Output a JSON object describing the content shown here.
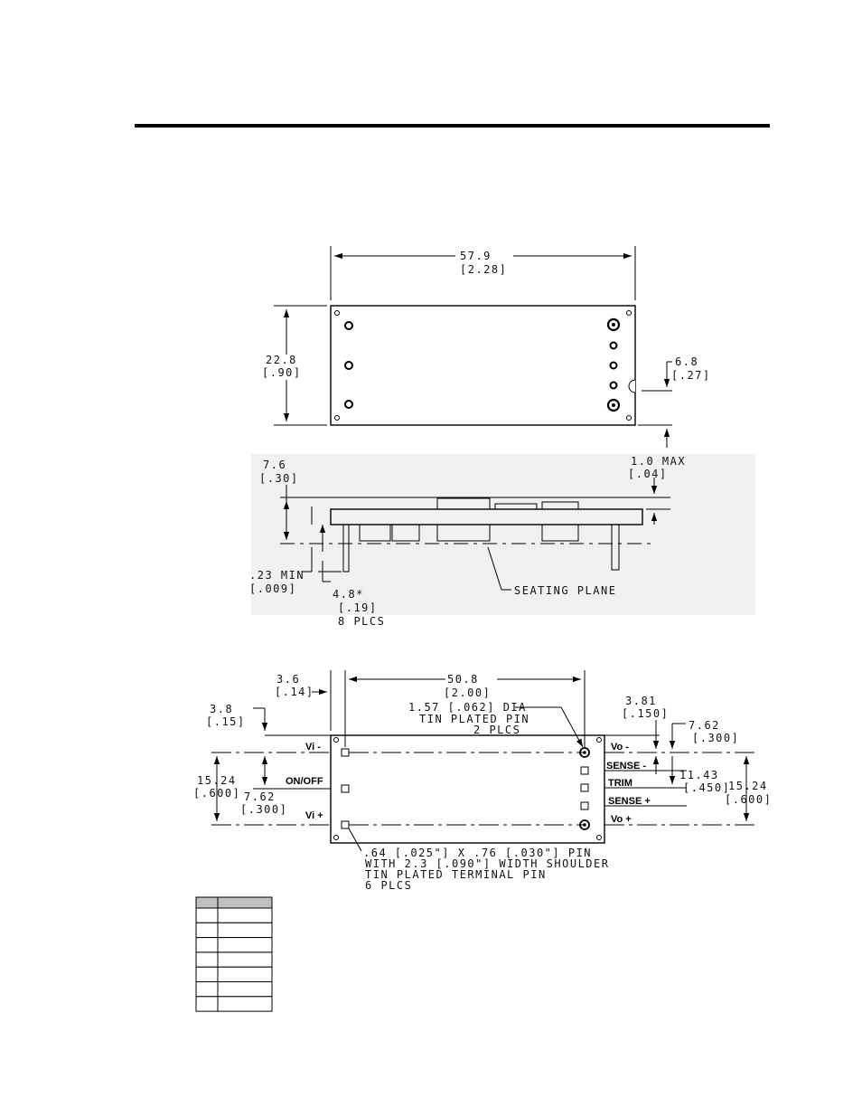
{
  "top_view": {
    "length_mm": "57.9",
    "length_in": "[2.28]",
    "width_mm": "22.8",
    "width_in": "[.90]",
    "notch_mm": "6.8",
    "notch_in": "[.27]"
  },
  "side_view": {
    "clearance_mm": "1.0 MAX",
    "clearance_in": "[.04]",
    "height_mm": "7.6",
    "height_in": "[.30]",
    "standoff_mm": ".23 MIN",
    "standoff_in": "[.009]",
    "pin_length_mm": "4.8*",
    "pin_length_in": "[.19]",
    "pin_length_qty": "8 PLCS",
    "seating_plane": "SEATING PLANE"
  },
  "bottom_view": {
    "pin_offset_mm": "3.6",
    "pin_offset_in": "[.14]",
    "pin_span_mm": "50.8",
    "pin_span_in": "[2.00]",
    "edge_offset_mm": "3.8",
    "edge_offset_in": "[.15]",
    "round_pin_note": [
      "1.57 [.062] DIA",
      "TIN PLATED PIN",
      "2 PLCS"
    ],
    "vo_offset_mm": "3.81",
    "vo_offset_in": "[.150]",
    "sense_span_mm": "7.62",
    "sense_span_in": "[.300]",
    "trim_span_mm": "11.43",
    "trim_span_in": "[.450]",
    "out_span_mm": "15.24",
    "out_span_in": "[.600]",
    "in_span_mm": "15.24",
    "in_span_in": "[.600]",
    "onoff_span_mm": "7.62",
    "onoff_span_in": "[.300]",
    "square_pin_note": [
      ".64 [.025\"] X .76 [.030\"] PIN",
      "WITH 2.3 [.090\"] WIDTH SHOULDER",
      "TIN PLATED TERMINAL PIN",
      "6 PLCS"
    ],
    "pins": {
      "vi_minus": "Vi -",
      "on_off": "ON/OFF",
      "vi_plus": "Vi +",
      "vo_minus": "Vo -",
      "sense_minus": "SENSE -",
      "trim": "TRIM",
      "sense_plus": "SENSE +",
      "vo_plus": "Vo +"
    }
  },
  "pin_table": {
    "header_fill": "#c0c0c0",
    "rows": 7
  }
}
